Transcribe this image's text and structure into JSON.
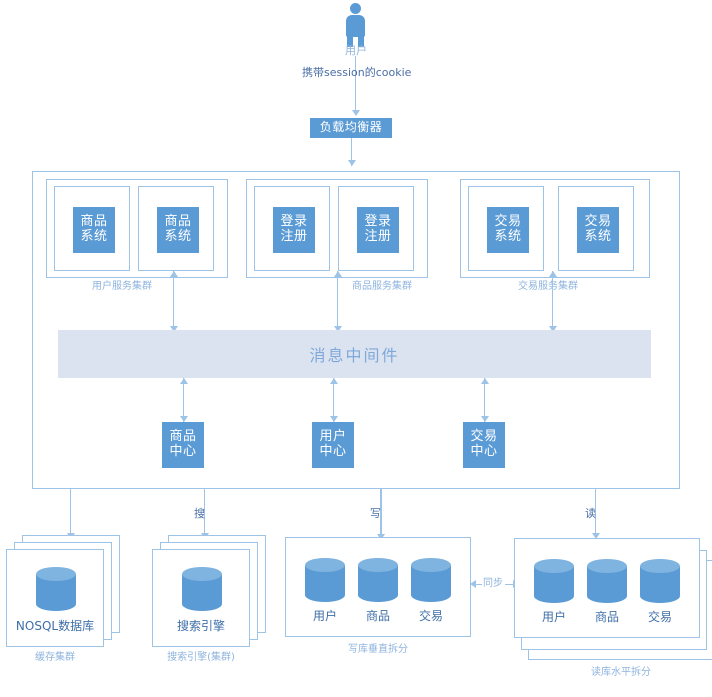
{
  "top": {
    "user_label": "用户",
    "cookie_label": "携带session的cookie",
    "load_balancer": "负载均衡器"
  },
  "service_clusters": [
    {
      "caption": "用户服务集群",
      "nodes": [
        "商品\n系统",
        "商品\n系统"
      ],
      "node_lines": [
        [
          "商品",
          "系统"
        ],
        [
          "商品",
          "系统"
        ]
      ]
    },
    {
      "caption": "商品服务集群",
      "nodes": [
        "登录\n注册",
        "登录\n注册"
      ],
      "node_lines": [
        [
          "登录",
          "注册"
        ],
        [
          "登录",
          "注册"
        ]
      ]
    },
    {
      "caption": "交易服务集群",
      "nodes": [
        "交易\n系统",
        "交易\n系统"
      ],
      "node_lines": [
        [
          "交易",
          "系统"
        ],
        [
          "交易",
          "系统"
        ]
      ]
    }
  ],
  "middleware": {
    "label": "消息中间件"
  },
  "centers": [
    {
      "lines": [
        "商品",
        "中心"
      ]
    },
    {
      "lines": [
        "用户",
        "中心"
      ]
    },
    {
      "lines": [
        "交易",
        "中心"
      ]
    }
  ],
  "edge_labels": {
    "search": "搜",
    "write": "写",
    "read": "读",
    "sync": "同步"
  },
  "storage": [
    {
      "name": "NOSQL数据库",
      "caption": "缓存集群",
      "kind": "stack-up",
      "dbs": []
    },
    {
      "name": "搜索引擎",
      "caption": "搜索引擎(集群)",
      "kind": "stack-up",
      "dbs": []
    },
    {
      "name": "",
      "caption": "写库垂直拆分",
      "kind": "single",
      "dbs": [
        "用户",
        "商品",
        "交易"
      ]
    },
    {
      "name": "",
      "caption": "读库水平拆分",
      "kind": "stack-down",
      "dbs": [
        "用户",
        "商品",
        "交易"
      ]
    }
  ],
  "colors": {
    "accent": "#5B9BD5",
    "line": "#9DC3E6",
    "middleware_bg": "#DCE3F0",
    "label_text": "#8FB4DE",
    "db_text": "#3F6FA8",
    "background": "#FFFFFF"
  }
}
